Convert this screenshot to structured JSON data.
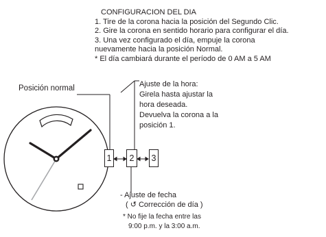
{
  "instructions": {
    "title": "CONFIGURACION DEL DIA",
    "steps": [
      "1. Tire de la corona hacia la posición del Segundo Clic.",
      "2. Gire la corona en sentido horario para configurar el día.",
      "3. Una vez configurado el día, empuje la corona",
      "nuevamente hacia la posición Normal.",
      "* El día cambiará durante el período de 0 AM a 5 AM"
    ]
  },
  "labels": {
    "normal_position": "Posición normal",
    "crown_pos_1": "1",
    "crown_pos_2": "2",
    "crown_pos_3": "3"
  },
  "hour_note": {
    "lines": [
      "Ajuste de la hora:",
      "Girela hasta ajustar la",
      "hora deseada.",
      "Devuelva la corona a la",
      "posición 1."
    ]
  },
  "date_note": {
    "line1": "- Ajuste de fecha",
    "line2": "( ↺ Corrección de día )"
  },
  "warning_note": {
    "line1": "* No fije la fecha entre las",
    "line2": "9:00 p.m. y la 3:00 a.m."
  },
  "icons": [
    "watch-dial",
    "crown-rotation-icon",
    "double-arrow-icon"
  ]
}
